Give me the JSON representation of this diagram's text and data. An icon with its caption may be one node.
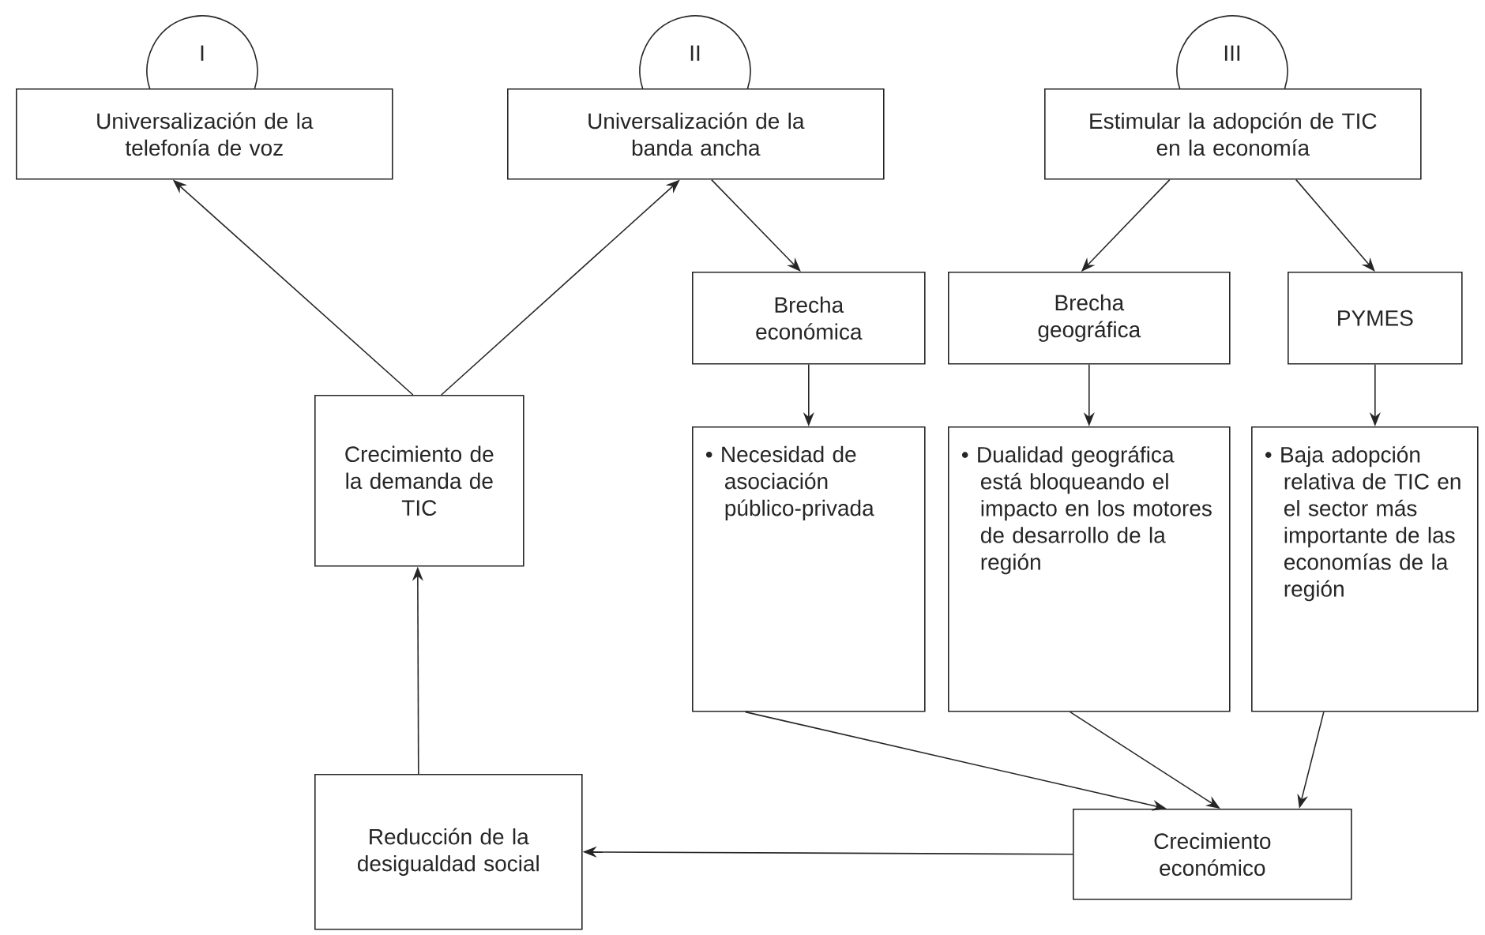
{
  "diagram": {
    "nodes": [
      {
        "text": [
          "I"
        ]
      },
      {
        "text": [
          "II"
        ]
      },
      {
        "text": [
          "III"
        ]
      },
      {
        "text": [
          "Universalización de la telefonía de voz"
        ]
      },
      {
        "text": [
          "Universalización de la banda ancha"
        ]
      },
      {
        "text": [
          "Estimular la adopción de TIC en la economía"
        ]
      },
      {
        "text": [
          "Brecha económica"
        ]
      },
      {
        "text": [
          "Brecha geográfica"
        ]
      },
      {
        "text": [
          "PYMES"
        ]
      },
      {
        "text": [
          "Crecimiento de la demanda de TIC"
        ]
      },
      {
        "text": [
          "• Necesidad de asociación público-privada"
        ]
      },
      {
        "text": [
          "• Dualidad geográfica está bloqueando el impacto en los motores de desarrollo de la región"
        ]
      },
      {
        "text": [
          "• Baja adopción relativa de TIC en el sector más importante de las economías de la región"
        ]
      },
      {
        "text": [
          "Reducción de la desigualdad social"
        ]
      },
      {
        "text": [
          "Crecimiento económico"
        ]
      }
    ],
    "edges": [
      {
        "from": 9,
        "to": 3,
        "arrow": "to"
      },
      {
        "from": 9,
        "to": 4,
        "arrow": "to"
      },
      {
        "from": 4,
        "to": 6,
        "arrow": "to"
      },
      {
        "from": 5,
        "to": 7,
        "arrow": "to"
      },
      {
        "from": 5,
        "to": 8,
        "arrow": "to"
      },
      {
        "from": 6,
        "to": 10,
        "arrow": "to"
      },
      {
        "from": 7,
        "to": 11,
        "arrow": "to"
      },
      {
        "from": 8,
        "to": 12,
        "arrow": "to"
      },
      {
        "from": 13,
        "to": 9,
        "arrow": "to"
      },
      {
        "from": 10,
        "to": 14,
        "arrow": "to"
      },
      {
        "from": 11,
        "to": 14,
        "arrow": "to"
      },
      {
        "from": 12,
        "to": 14,
        "arrow": "to"
      },
      {
        "from": 14,
        "to": 13,
        "arrow": "to"
      }
    ]
  }
}
